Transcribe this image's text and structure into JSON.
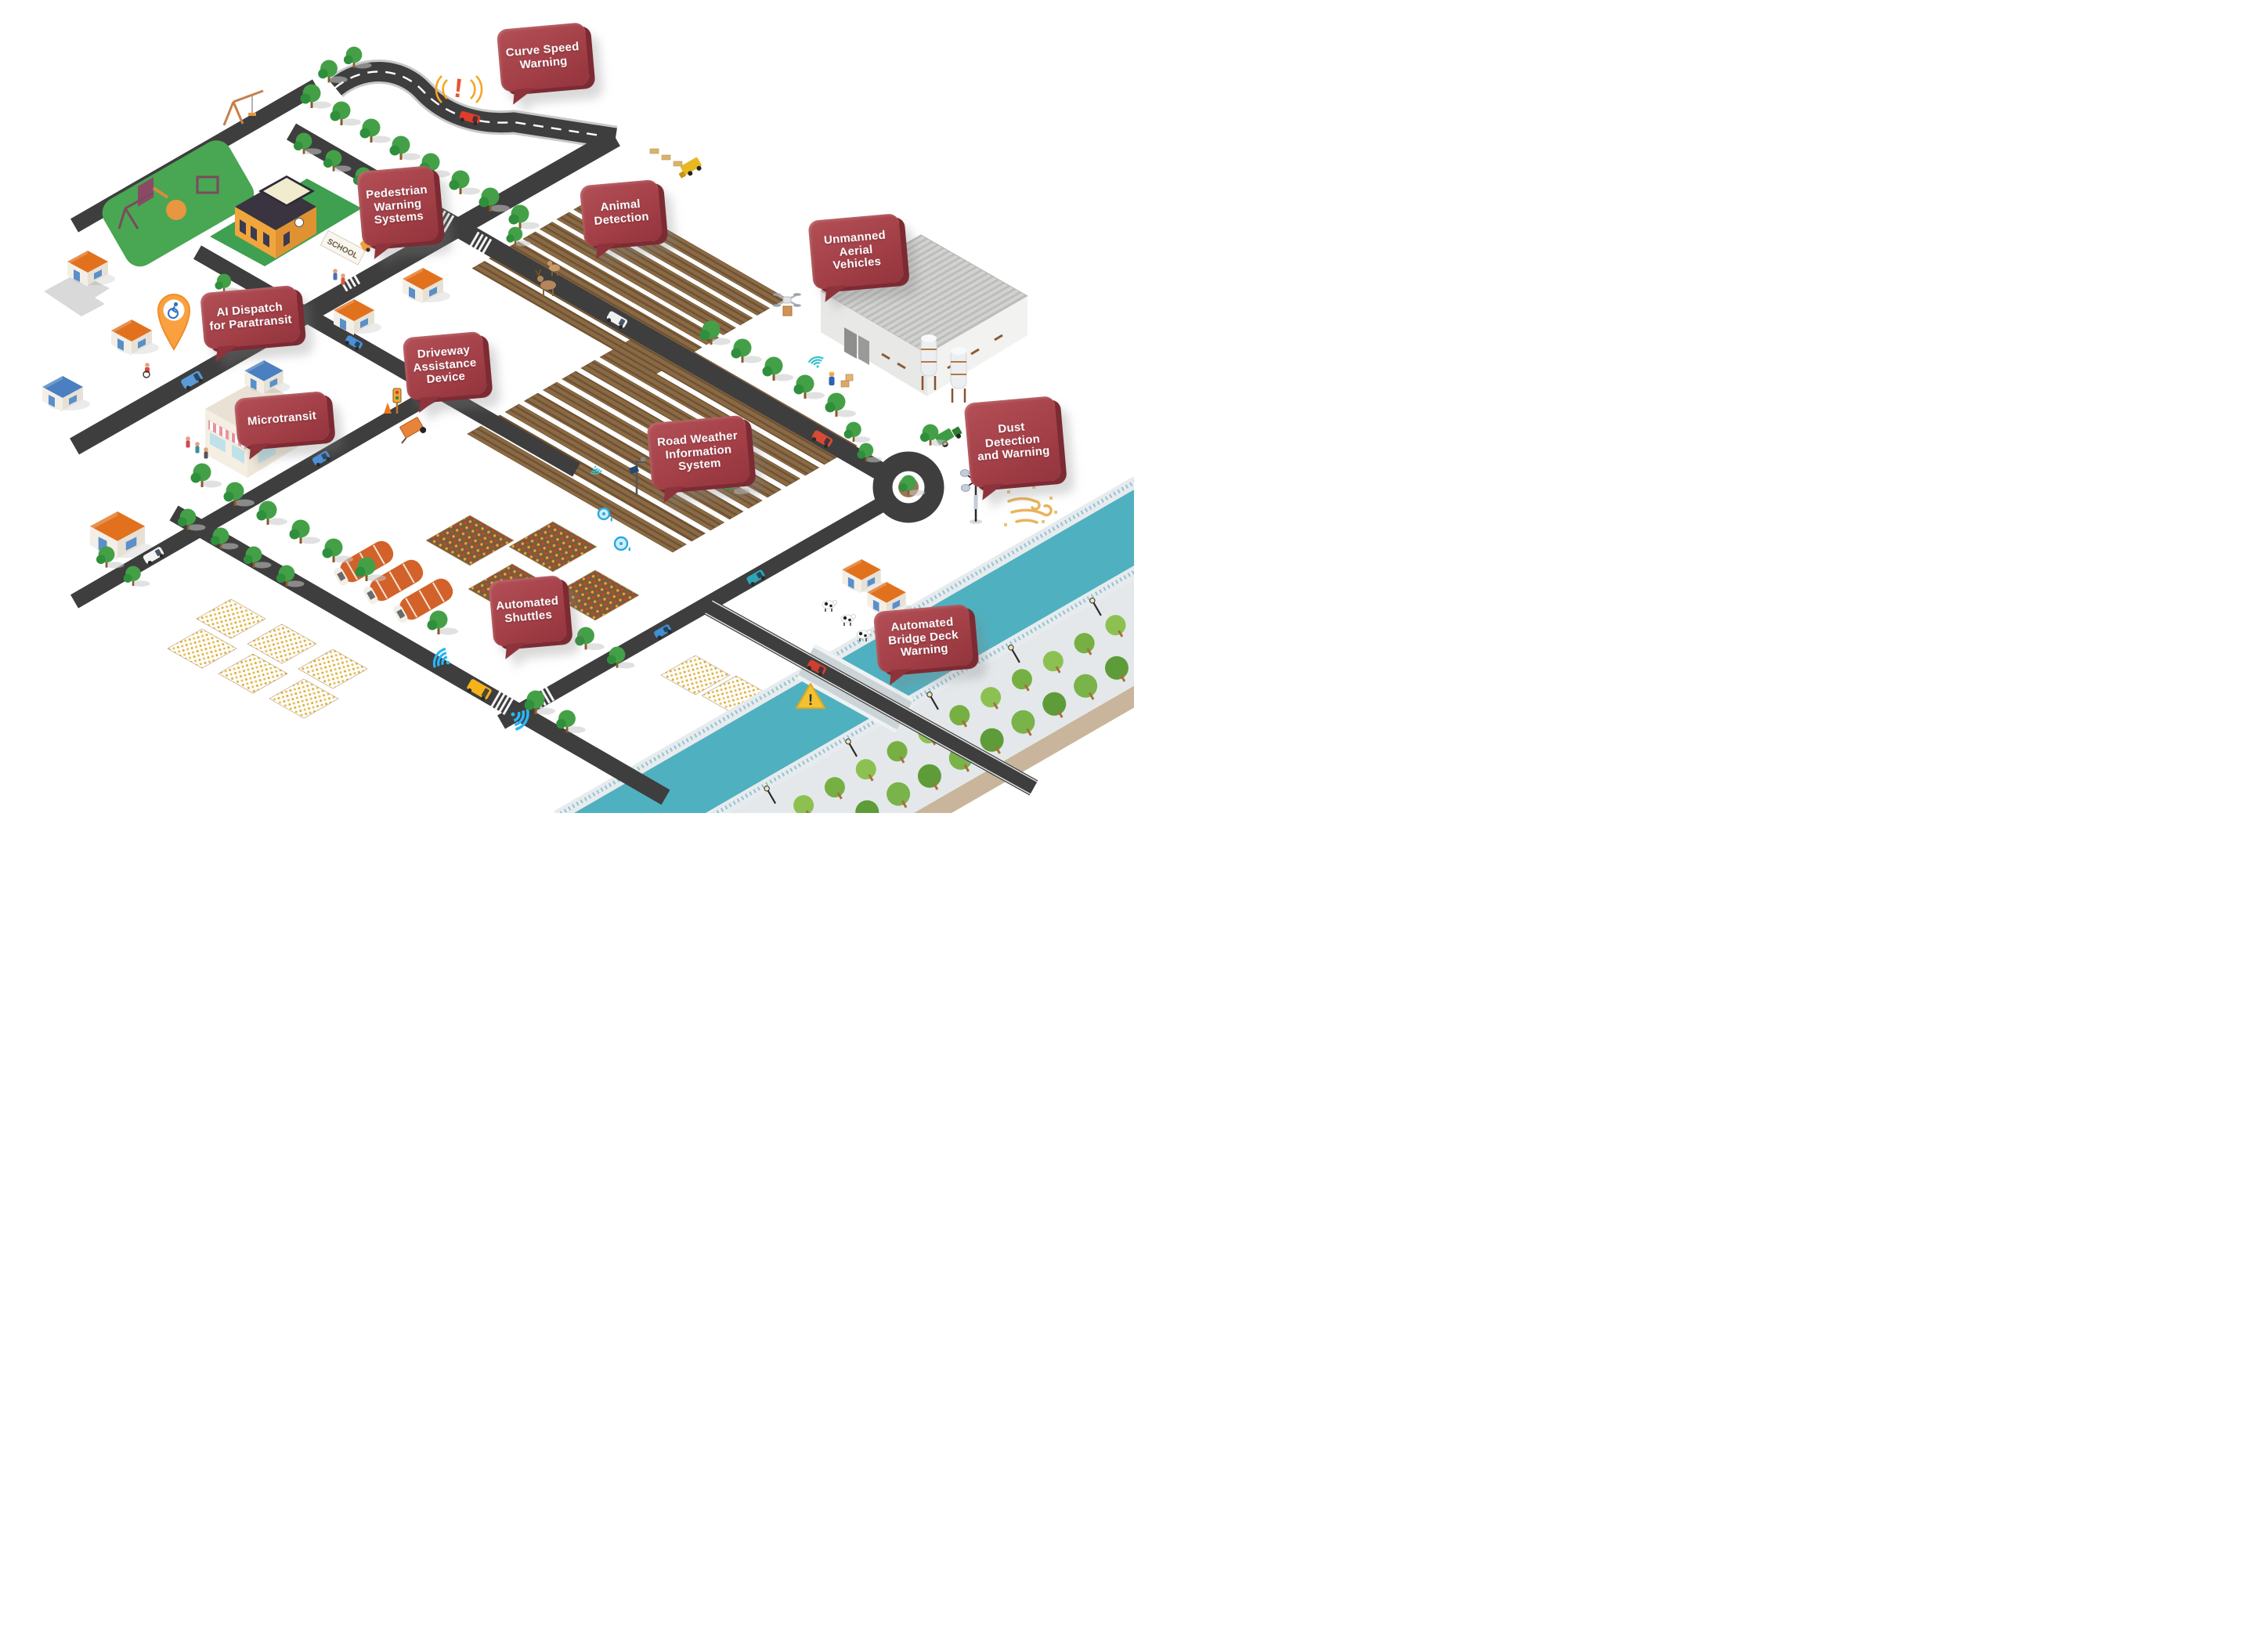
{
  "callouts": [
    {
      "id": "curve-speed-warning",
      "label": "Curve Speed Warning"
    },
    {
      "id": "pedestrian-warning-systems",
      "label": "Pedestrian Warning Systems"
    },
    {
      "id": "animal-detection",
      "label": "Animal Detection"
    },
    {
      "id": "unmanned-aerial-vehicles",
      "label": "Unmanned Aerial Vehicles"
    },
    {
      "id": "ai-dispatch-for-paratransit",
      "label": "AI Dispatch for Paratransit"
    },
    {
      "id": "driveway-assistance-device",
      "label": "Driveway Assistance Device"
    },
    {
      "id": "microtransit",
      "label": "Microtransit"
    },
    {
      "id": "road-weather-information-system",
      "label": "Road Weather Information System"
    },
    {
      "id": "dust-detection-and-warning",
      "label": "Dust Detection and Warning"
    },
    {
      "id": "automated-shuttles",
      "label": "Automated Shuttles"
    },
    {
      "id": "automated-bridge-deck-warning",
      "label": "Automated Bridge Deck Warning"
    }
  ],
  "scene": {
    "school_sign": "SCHOOL",
    "colors": {
      "callout_face": "#a64249",
      "callout_side": "#7c2b33",
      "road": "#3e3e3e",
      "field_brown": "#8a6a45",
      "field_stripe": "#6e5233",
      "river_teal": "#4fb0c0",
      "tree_green": "#44a047",
      "roof_orange": "#e2711d",
      "school_yellow": "#f0a63d",
      "warning_yellow": "#f2c230",
      "alert_orange_red": "#e8542f",
      "wifi_blue": "#29b6f6",
      "pin_orange": "#f9a03f"
    },
    "icons": [
      "exclamation-warning-icon",
      "wheelchair-pin-icon",
      "wifi-signal-icon",
      "warning-triangle-icon",
      "wind-dust-icon",
      "traffic-light-icon"
    ]
  }
}
